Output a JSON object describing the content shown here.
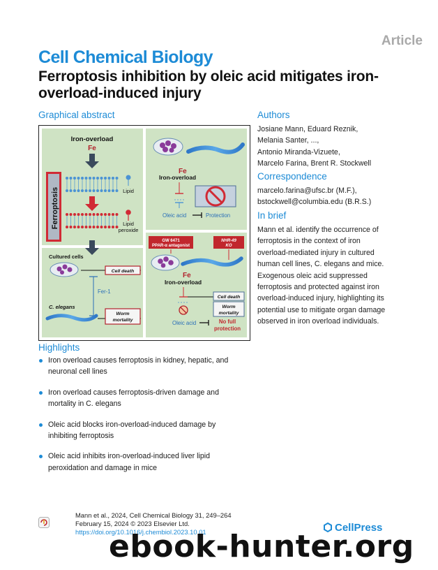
{
  "header": {
    "article_tag": "Article",
    "journal": "Cell Chemical Biology",
    "title": "Ferroptosis inhibition by oleic acid mitigates iron-overload-induced injury"
  },
  "graphical_abstract": {
    "heading": "Graphical abstract",
    "iron_overload": "Iron-overload",
    "fe": "Fe",
    "ferroptosis": "Ferroptosis",
    "lipid": "Lipid",
    "lipid_peroxide_1": "Lipid",
    "lipid_peroxide_2": "peroxide",
    "cultured_cells": "Cultured cells",
    "cell_death": "Cell death",
    "fer1": "Fer-1",
    "c_elegans": "C. elegans",
    "worm_mortality_1": "Worm",
    "worm_mortality_2": "mortality",
    "oleic_acid": "Oleic acid",
    "protection": "Protection",
    "gw_1": "GW 6471",
    "gw_2": "PPAR-α antagonist",
    "nhr_1": "NHR-49",
    "nhr_2": "KO",
    "no_full_1": "No full",
    "no_full_2": "protection"
  },
  "authors": {
    "heading": "Authors",
    "lines": [
      "Josiane Mann, Eduard Reznik,",
      "Melania Santer, ...,",
      "Antonio Miranda-Vizuete,",
      "Marcelo Farina, Brent R. Stockwell"
    ]
  },
  "correspondence": {
    "heading": "Correspondence",
    "lines": [
      "marcelo.farina@ufsc.br (M.F.),",
      "bstockwell@columbia.edu (B.R.S.)"
    ]
  },
  "in_brief": {
    "heading": "In brief",
    "lines": [
      "Mann et al. identify the occurrence of",
      "ferroptosis in the context of iron",
      "overload-mediated injury in cultured",
      "human cell lines, C. elegans and mice.",
      "Exogenous oleic acid suppressed",
      "ferroptosis and protected against iron",
      "overload-induced injury, highlighting its",
      "potential use to mitigate organ damage",
      "observed in iron overload individuals."
    ]
  },
  "highlights": {
    "heading": "Highlights",
    "items": [
      {
        "l1": "Iron overload causes ferroptosis in kidney, hepatic, and",
        "l2": "neuronal cell lines"
      },
      {
        "l1": "Iron overload causes ferroptosis-driven damage and",
        "l2": "mortality in C. elegans"
      },
      {
        "l1": "Oleic acid blocks iron-overload-induced damage by",
        "l2": "inhibiting ferroptosis"
      },
      {
        "l1": "Oleic acid inhibits iron-overload-induced liver lipid",
        "l2": "peroxidation and damage in mice"
      }
    ]
  },
  "footer": {
    "citation": "Mann et al., 2024, Cell Chemical Biology 31, 249–264",
    "date": "February 15, 2024 © 2023 Elsevier Ltd.",
    "doi": "https://doi.org/10.1016/j.chembiol.2023.10.01",
    "publisher": "CellPress",
    "watermark": "ebook-hunter.org"
  },
  "colors": {
    "accent": "#1d8bd6",
    "panel_green": "#cfe3c4",
    "danger": "#b2222c"
  }
}
